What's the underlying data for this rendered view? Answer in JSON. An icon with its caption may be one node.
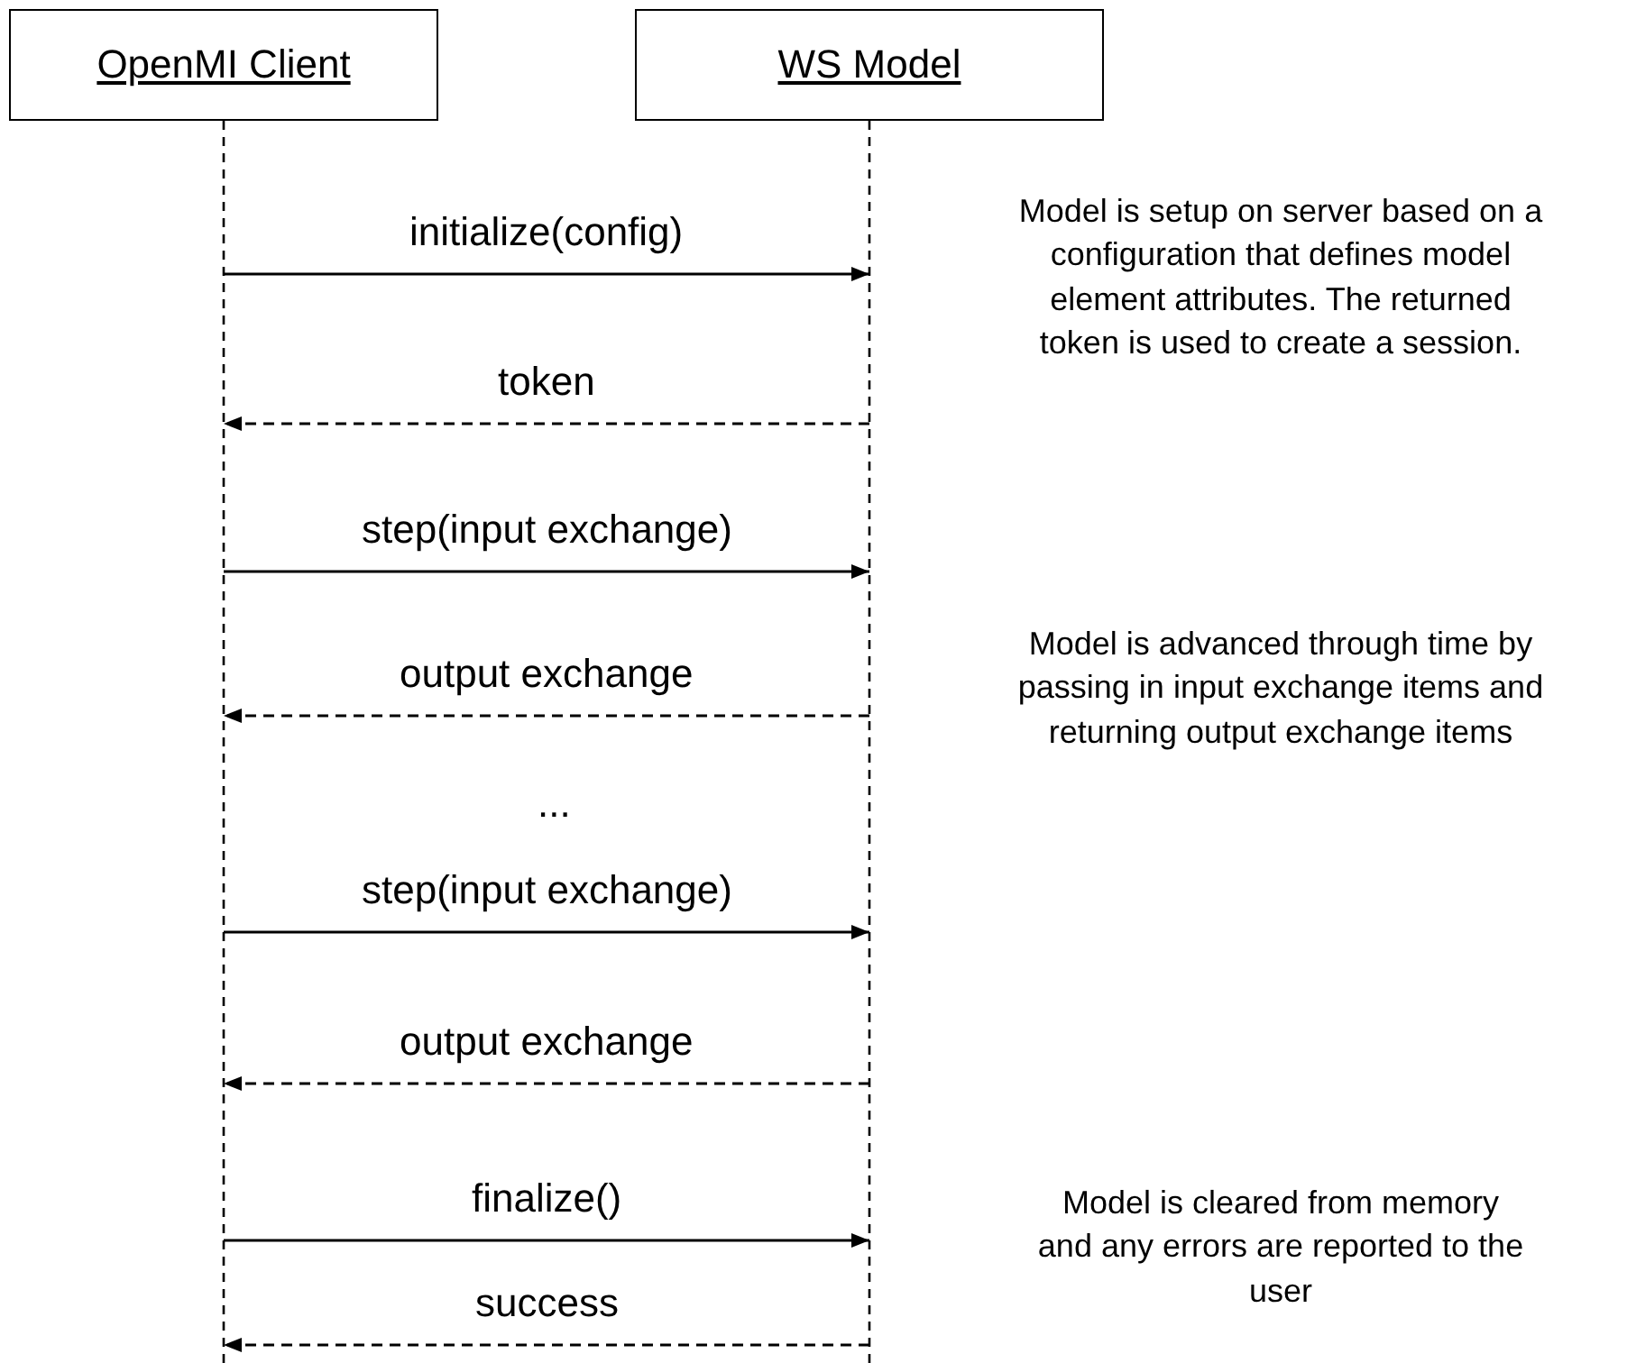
{
  "diagram": {
    "nodes": [
      {
        "text": [
          "OpenMI Client"
        ]
      },
      {
        "text": [
          "WS Model"
        ]
      }
    ],
    "edges": [
      {
        "from": 0,
        "to": 1,
        "arrow": "to",
        "label": "initialize(config)"
      },
      {
        "from": 1,
        "to": 0,
        "arrow": "to",
        "label": "token",
        "style": "dashed"
      },
      {
        "from": 0,
        "to": 1,
        "arrow": "to",
        "label": "step(input exchange)"
      },
      {
        "from": 1,
        "to": 0,
        "arrow": "to",
        "label": "output exchange",
        "style": "dashed"
      },
      {
        "from": 0,
        "to": 1,
        "arrow": "to",
        "label": "step(input exchange)"
      },
      {
        "from": 1,
        "to": 0,
        "arrow": "to",
        "label": "output exchange",
        "style": "dashed"
      },
      {
        "from": 0,
        "to": 1,
        "arrow": "to",
        "label": "finalize()"
      },
      {
        "from": 1,
        "to": 0,
        "arrow": "to",
        "label": "success",
        "style": "dashed"
      }
    ],
    "labels": [
      "Model is setup on server based on a configuration that defines model element attributes.  The returned token is used to create a session.",
      "...",
      "Model is advanced through time by passing in input exchange items and returning output exchange items",
      "Model is cleared from memory and any errors are reported to the user"
    ]
  }
}
